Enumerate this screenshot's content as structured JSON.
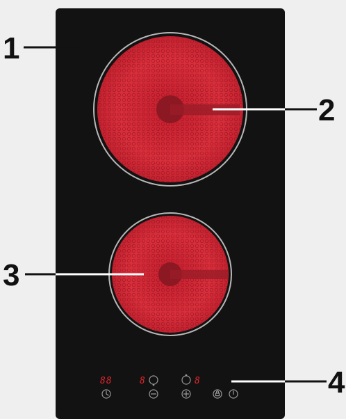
{
  "callouts": {
    "c1": "1",
    "c2": "2",
    "c3": "3",
    "c4": "4"
  },
  "displays": {
    "timer": "88",
    "zone_rear": "8",
    "zone_front": "8"
  },
  "controls": [
    {
      "id": "timer",
      "icon": "clock-icon"
    },
    {
      "id": "minus",
      "icon": "minus-icon"
    },
    {
      "id": "plus",
      "icon": "plus-icon"
    },
    {
      "id": "lock",
      "icon": "lock-icon"
    },
    {
      "id": "power",
      "icon": "power-icon"
    }
  ],
  "colors": {
    "background": "#efefef",
    "glass": "#121212",
    "heating_element": "#d42a37",
    "display": "#e0262b"
  }
}
